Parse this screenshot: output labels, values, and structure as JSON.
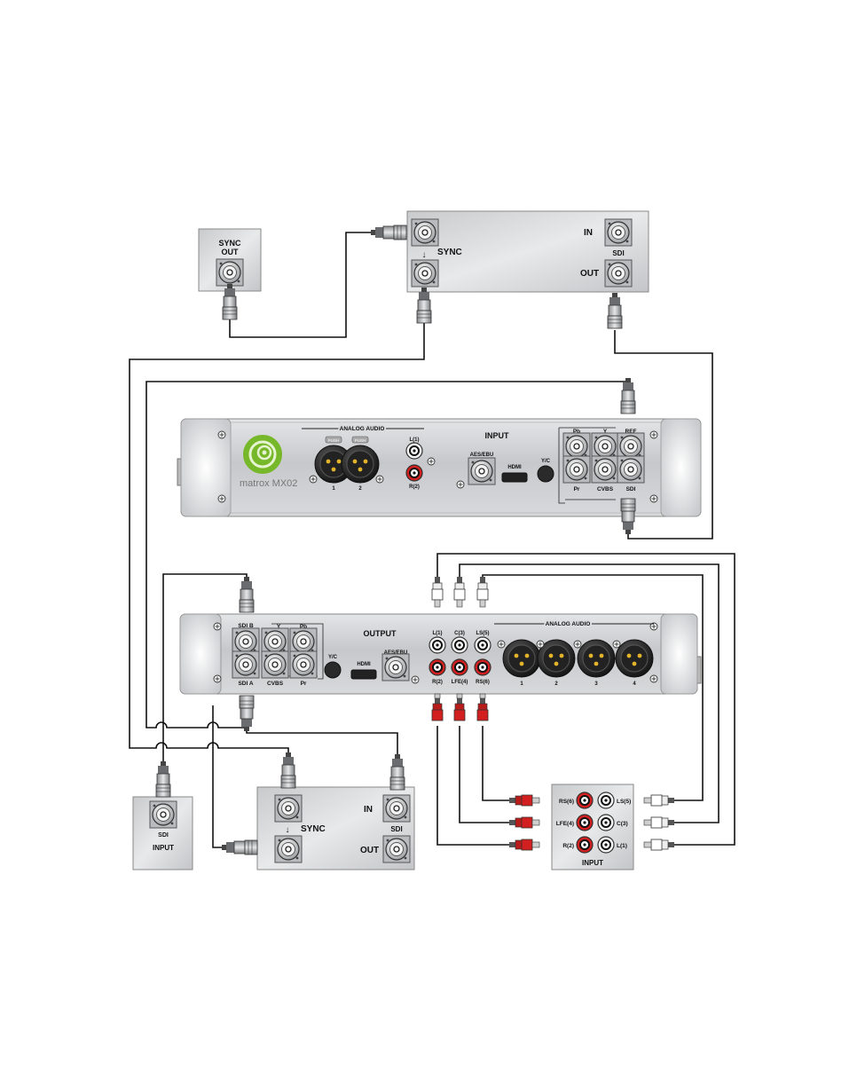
{
  "colors": {
    "panel": "#d3d4d6",
    "rack_body": "#cfd1d4",
    "rack_end": "#e6e7e9",
    "cable": "#111111",
    "rca_red": "#d1201f",
    "logo_green": "#77b82a"
  },
  "icons": {
    "bnc": "bnc-connector-icon",
    "xlr": "xlr-connector-icon",
    "rca": "rca-jack-icon",
    "hdmi": "hdmi-port-icon",
    "svideo": "svideo-port-icon",
    "screw": "screw-icon"
  },
  "sync_out_box": {
    "title_line1": "SYNC",
    "title_line2": "OUT"
  },
  "top_deck": {
    "sync": "SYNC",
    "in": "IN",
    "sdi": "SDI",
    "out": "OUT"
  },
  "input_panel": {
    "logo_text": "matrox MX02",
    "analog_audio": "ANALOG AUDIO",
    "xlr1": "1",
    "xlr2": "2",
    "push": "PUSH",
    "l1": "L(1)",
    "r2": "R(2)",
    "aes_ebu": "AES/EBU",
    "hdmi": "HDMI",
    "yc": "Y/C",
    "title": "INPUT",
    "pb": "Pb",
    "y": "Y",
    "pr": "Pr",
    "cvbs": "CVBS",
    "ref": "REF",
    "sdi": "SDI"
  },
  "output_panel": {
    "title": "OUTPUT",
    "sdi_b": "SDI B",
    "sdi_a": "SDI A",
    "y": "Y",
    "pb": "Pb",
    "pr": "Pr",
    "cvbs": "CVBS",
    "yc": "Y/C",
    "hdmi": "HDMI",
    "aes_ebu": "AES/EBU",
    "l1": "L(1)",
    "c3": "C(3)",
    "ls5": "LS(5)",
    "r2": "R(2)",
    "lfe4": "LFE(4)",
    "rs6": "RS(6)",
    "analog_audio": "ANALOG AUDIO",
    "xlr1": "1",
    "xlr2": "2",
    "xlr3": "3",
    "xlr4": "4"
  },
  "sdi_input_box": {
    "sdi": "SDI",
    "input": "INPUT"
  },
  "bottom_deck": {
    "sync": "SYNC",
    "in": "IN",
    "sdi": "SDI",
    "out": "OUT"
  },
  "audio_input_box": {
    "rs6": "RS(6)",
    "ls5": "LS(5)",
    "lfe4": "LFE(4)",
    "c3": "C(3)",
    "r2": "R(2)",
    "l1": "L(1)",
    "input": "INPUT"
  }
}
